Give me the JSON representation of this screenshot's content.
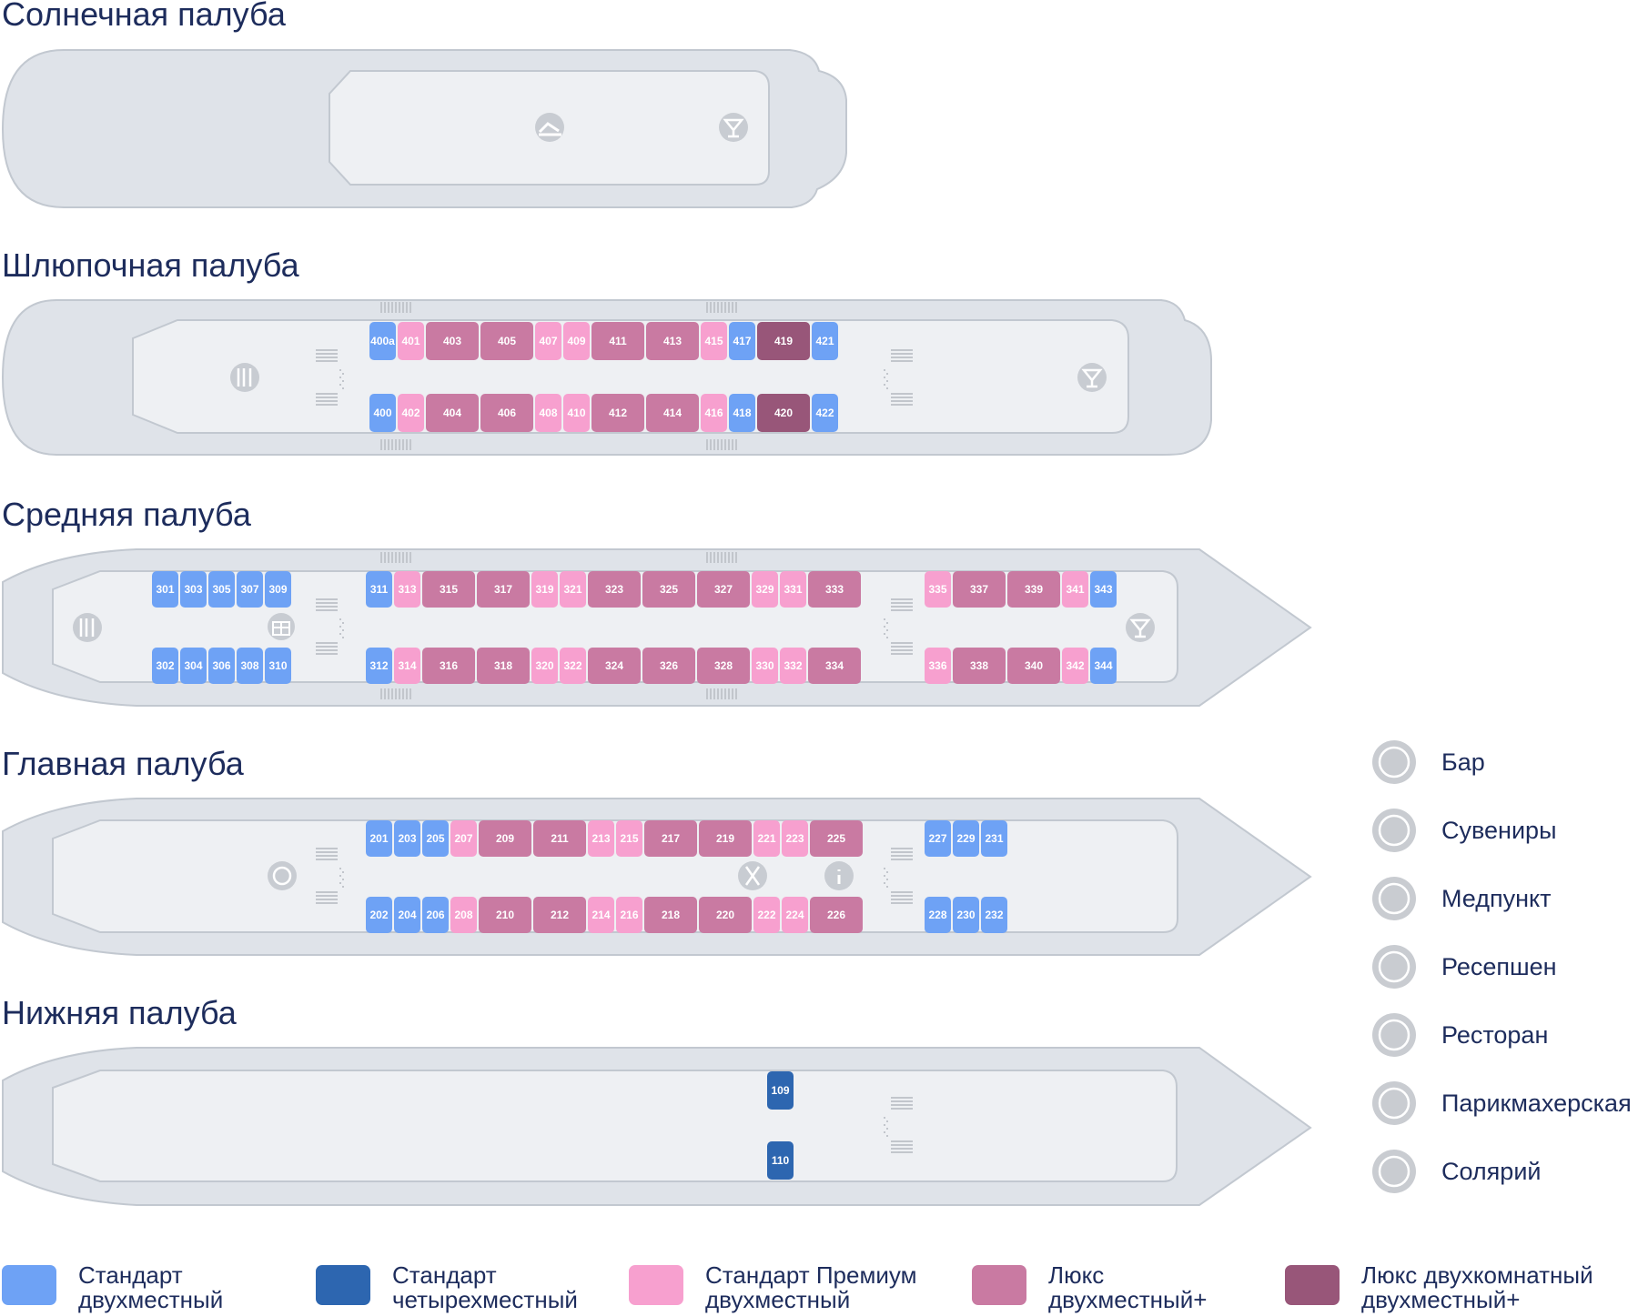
{
  "decks": {
    "sun": {
      "title": "Солнечная палуба"
    },
    "boat": {
      "title": "Шлюпочная палуба"
    },
    "middle": {
      "title": "Средняя палуба"
    },
    "main": {
      "title": "Главная палуба"
    },
    "lower": {
      "title": "Нижняя палуба"
    }
  },
  "cabins": {
    "boat": {
      "top": [
        {
          "n": "400a",
          "c": "std2"
        },
        {
          "n": "401",
          "c": "prem"
        },
        {
          "n": "403",
          "c": "lux"
        },
        {
          "n": "405",
          "c": "lux"
        },
        {
          "n": "407",
          "c": "prem"
        },
        {
          "n": "409",
          "c": "prem"
        },
        {
          "n": "411",
          "c": "lux"
        },
        {
          "n": "413",
          "c": "lux"
        },
        {
          "n": "415",
          "c": "prem"
        },
        {
          "n": "417",
          "c": "std2"
        },
        {
          "n": "419",
          "c": "luxplus"
        },
        {
          "n": "421",
          "c": "std2"
        }
      ],
      "bottom": [
        {
          "n": "400",
          "c": "std2"
        },
        {
          "n": "402",
          "c": "prem"
        },
        {
          "n": "404",
          "c": "lux"
        },
        {
          "n": "406",
          "c": "lux"
        },
        {
          "n": "408",
          "c": "prem"
        },
        {
          "n": "410",
          "c": "prem"
        },
        {
          "n": "412",
          "c": "lux"
        },
        {
          "n": "414",
          "c": "lux"
        },
        {
          "n": "416",
          "c": "prem"
        },
        {
          "n": "418",
          "c": "std2"
        },
        {
          "n": "420",
          "c": "luxplus"
        },
        {
          "n": "422",
          "c": "std2"
        }
      ]
    },
    "middle": {
      "top": [
        {
          "n": "301",
          "c": "std2"
        },
        {
          "n": "303",
          "c": "std2"
        },
        {
          "n": "305",
          "c": "std2"
        },
        {
          "n": "307",
          "c": "std2"
        },
        {
          "n": "309",
          "c": "std2"
        },
        {
          "n": "311",
          "c": "std2"
        },
        {
          "n": "313",
          "c": "prem"
        },
        {
          "n": "315",
          "c": "lux"
        },
        {
          "n": "317",
          "c": "lux"
        },
        {
          "n": "319",
          "c": "prem"
        },
        {
          "n": "321",
          "c": "prem"
        },
        {
          "n": "323",
          "c": "lux"
        },
        {
          "n": "325",
          "c": "lux"
        },
        {
          "n": "327",
          "c": "lux"
        },
        {
          "n": "329",
          "c": "prem"
        },
        {
          "n": "331",
          "c": "prem"
        },
        {
          "n": "333",
          "c": "lux"
        },
        {
          "n": "335",
          "c": "prem"
        },
        {
          "n": "337",
          "c": "lux"
        },
        {
          "n": "339",
          "c": "lux"
        },
        {
          "n": "341",
          "c": "prem"
        },
        {
          "n": "343",
          "c": "std2"
        }
      ],
      "bottom": [
        {
          "n": "302",
          "c": "std2"
        },
        {
          "n": "304",
          "c": "std2"
        },
        {
          "n": "306",
          "c": "std2"
        },
        {
          "n": "308",
          "c": "std2"
        },
        {
          "n": "310",
          "c": "std2"
        },
        {
          "n": "312",
          "c": "std2"
        },
        {
          "n": "314",
          "c": "prem"
        },
        {
          "n": "316",
          "c": "lux"
        },
        {
          "n": "318",
          "c": "lux"
        },
        {
          "n": "320",
          "c": "prem"
        },
        {
          "n": "322",
          "c": "prem"
        },
        {
          "n": "324",
          "c": "lux"
        },
        {
          "n": "326",
          "c": "lux"
        },
        {
          "n": "328",
          "c": "lux"
        },
        {
          "n": "330",
          "c": "prem"
        },
        {
          "n": "332",
          "c": "prem"
        },
        {
          "n": "334",
          "c": "lux"
        },
        {
          "n": "336",
          "c": "prem"
        },
        {
          "n": "338",
          "c": "lux"
        },
        {
          "n": "340",
          "c": "lux"
        },
        {
          "n": "342",
          "c": "prem"
        },
        {
          "n": "344",
          "c": "std2"
        }
      ]
    },
    "main": {
      "top": [
        {
          "n": "201",
          "c": "std2"
        },
        {
          "n": "203",
          "c": "std2"
        },
        {
          "n": "205",
          "c": "std2"
        },
        {
          "n": "207",
          "c": "prem"
        },
        {
          "n": "209",
          "c": "lux"
        },
        {
          "n": "211",
          "c": "lux"
        },
        {
          "n": "213",
          "c": "prem"
        },
        {
          "n": "215",
          "c": "prem"
        },
        {
          "n": "217",
          "c": "lux"
        },
        {
          "n": "219",
          "c": "lux"
        },
        {
          "n": "221",
          "c": "prem"
        },
        {
          "n": "223",
          "c": "prem"
        },
        {
          "n": "225",
          "c": "lux"
        },
        {
          "n": "227",
          "c": "std2"
        },
        {
          "n": "229",
          "c": "std2"
        },
        {
          "n": "231",
          "c": "std2"
        }
      ],
      "bottom": [
        {
          "n": "202",
          "c": "std2"
        },
        {
          "n": "204",
          "c": "std2"
        },
        {
          "n": "206",
          "c": "std2"
        },
        {
          "n": "208",
          "c": "prem"
        },
        {
          "n": "210",
          "c": "lux"
        },
        {
          "n": "212",
          "c": "lux"
        },
        {
          "n": "214",
          "c": "prem"
        },
        {
          "n": "216",
          "c": "prem"
        },
        {
          "n": "218",
          "c": "lux"
        },
        {
          "n": "220",
          "c": "lux"
        },
        {
          "n": "222",
          "c": "prem"
        },
        {
          "n": "224",
          "c": "prem"
        },
        {
          "n": "226",
          "c": "lux"
        },
        {
          "n": "228",
          "c": "std2"
        },
        {
          "n": "230",
          "c": "std2"
        },
        {
          "n": "232",
          "c": "std2"
        }
      ]
    },
    "lower": [
      {
        "n": "109",
        "c": "std4"
      },
      {
        "n": "110",
        "c": "std4"
      }
    ]
  },
  "amenities": [
    {
      "key": "bar",
      "label": "Бар",
      "icon": "bar-icon"
    },
    {
      "key": "souvenirs",
      "label": "Сувениры",
      "icon": "gift-icon"
    },
    {
      "key": "medical",
      "label": "Медпункт",
      "icon": "medical-icon"
    },
    {
      "key": "reception",
      "label": "Ресепшен",
      "icon": "info-icon"
    },
    {
      "key": "restaurant",
      "label": "Ресторан",
      "icon": "restaurant-icon"
    },
    {
      "key": "barber",
      "label": "Парикмахерская",
      "icon": "scissors-icon"
    },
    {
      "key": "solarium",
      "label": "Солярий",
      "icon": "sunbed-icon"
    }
  ],
  "categories": [
    {
      "key": "std2",
      "line1": "Стандарт",
      "line2": "двухместный",
      "color": "#6ea2f5"
    },
    {
      "key": "std4",
      "line1": "Стандарт",
      "line2": "четырехместный",
      "color": "#2d66b0"
    },
    {
      "key": "prem",
      "line1": "Стандарт Премиум",
      "line2": "двухместный",
      "color": "#f7a0cf"
    },
    {
      "key": "lux",
      "line1": "Люкс",
      "line2": "двухместный+",
      "color": "#c97aa2"
    },
    {
      "key": "luxplus",
      "line1": "Люкс двухкомнатный",
      "line2": "двухместный+",
      "color": "#985679"
    }
  ]
}
